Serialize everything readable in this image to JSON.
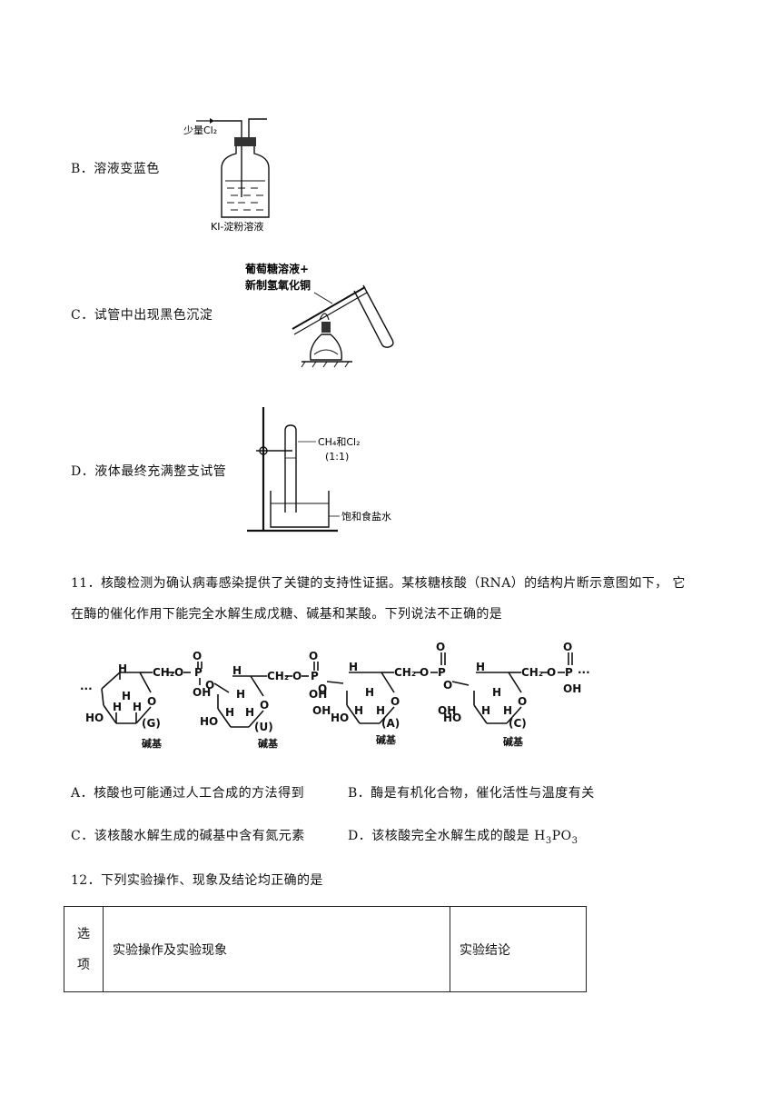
{
  "options_apparatus": {
    "B": {
      "text": "B．溶液变蓝色",
      "fig_label_top": "少量Cl₂",
      "fig_label_bottom": "KI-淀粉溶液"
    },
    "C": {
      "text": "C．试管中出现黑色沉淀",
      "fig_label_line1": "葡萄糖溶液+",
      "fig_label_line2": "新制氢氧化铜"
    },
    "D": {
      "text": "D．液体最终充满整支试管",
      "fig_label_gas": "CH₄和Cl₂",
      "fig_label_ratio": "(1:1)",
      "fig_label_water": "饱和食盐水"
    }
  },
  "q11": {
    "line1": "11．核酸检测为确认病毒感染提供了关键的支持性证据。某核糖核酸（RNA）的结构片断示意图如下，  它",
    "line2": "在酶的催化作用下能完全水解生成戊糖、碱基和某酸。下列说法不正确的是",
    "structure": {
      "bases": [
        "(G)",
        "(U)",
        "(A)",
        "(C)"
      ],
      "base_caption": "碱基",
      "ch2": "CH₂",
      "O": "O",
      "P": "P",
      "OH": "OH",
      "H": "H",
      "HO": "HO",
      "dots": "···"
    },
    "options": {
      "A": "A．核酸也可能通过人工合成的方法得到",
      "B": "B．酶是有机化合物，催化活性与温度有关",
      "C": "C．该核酸水解生成的碱基中含有氮元素",
      "D_prefix": "D．该核酸完全水解生成的酸是 H",
      "D_sub1": "3",
      "D_mid": "PO",
      "D_sub2": "3"
    }
  },
  "q12": {
    "stem": "12．下列实验操作、现象及结论均正确的是",
    "table": {
      "col1_line1": "选",
      "col1_line2": "项",
      "col2": "实验操作及实验现象",
      "col3": "实验结论"
    }
  }
}
